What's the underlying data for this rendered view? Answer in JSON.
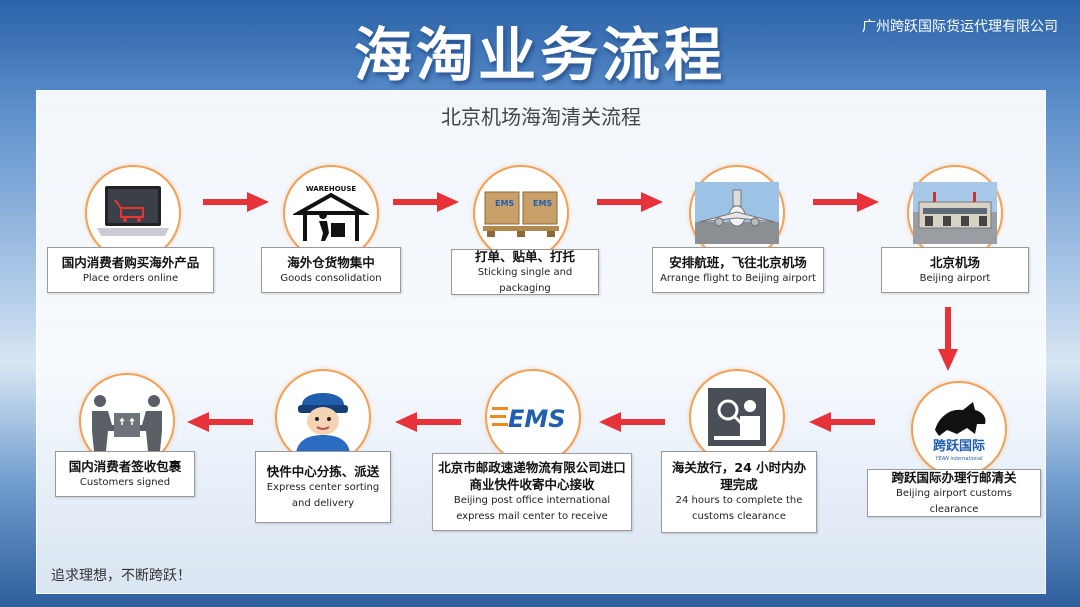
{
  "header": {
    "title": "海淘业务流程",
    "company": "广州跨跃国际货运代理有限公司"
  },
  "panel": {
    "subtitle": "北京机场海淘清关流程",
    "slogan": "追求理想，不断跨跃！"
  },
  "steps": [
    {
      "zh": "国内消费者购买海外产品",
      "en": "Place orders online",
      "icon": "laptop-cart-icon"
    },
    {
      "zh": "海外仓货物集中",
      "en": "Goods consolidation",
      "icon": "warehouse-icon",
      "icon_text": "WAREHOUSE"
    },
    {
      "zh": "打单、贴单、打托",
      "en": "Sticking single and packaging",
      "icon": "pallet-boxes-icon",
      "icon_text": "EMS"
    },
    {
      "zh": "安排航班，飞往北京机场",
      "en": "Arrange flight to Beijing airport",
      "icon": "airplane-icon"
    },
    {
      "zh": "北京机场",
      "en": "Beijing airport",
      "icon": "airport-terminal-icon"
    },
    {
      "zh": "跨跃国际办理行邮清关",
      "en": "Beijing airport customs clearance",
      "icon": "yean-logo-icon",
      "icon_text": "跨跃国际",
      "icon_subtext": "YEAN international"
    },
    {
      "zh": "海关放行，24 小时内办理完成",
      "en": "24 hours to complete the customs clearance",
      "icon": "customs-officer-icon"
    },
    {
      "zh": "北京市邮政速递物流有限公司进口商业快件收寄中心接收",
      "en": "Beijing post office international express mail center to receive",
      "icon": "ems-logo-icon",
      "icon_text": "EMS"
    },
    {
      "zh": "快件中心分拣、派送",
      "en": "Express center sorting and delivery",
      "icon": "courier-icon"
    },
    {
      "zh": "国内消费者签收包裹",
      "en": "Customers signed",
      "icon": "parcel-handover-icon"
    }
  ],
  "colors": {
    "arrow": "#e8323a",
    "circle_border": "#f0a158",
    "ems_blue": "#1f5fae",
    "ems_orange": "#f08a1e"
  }
}
